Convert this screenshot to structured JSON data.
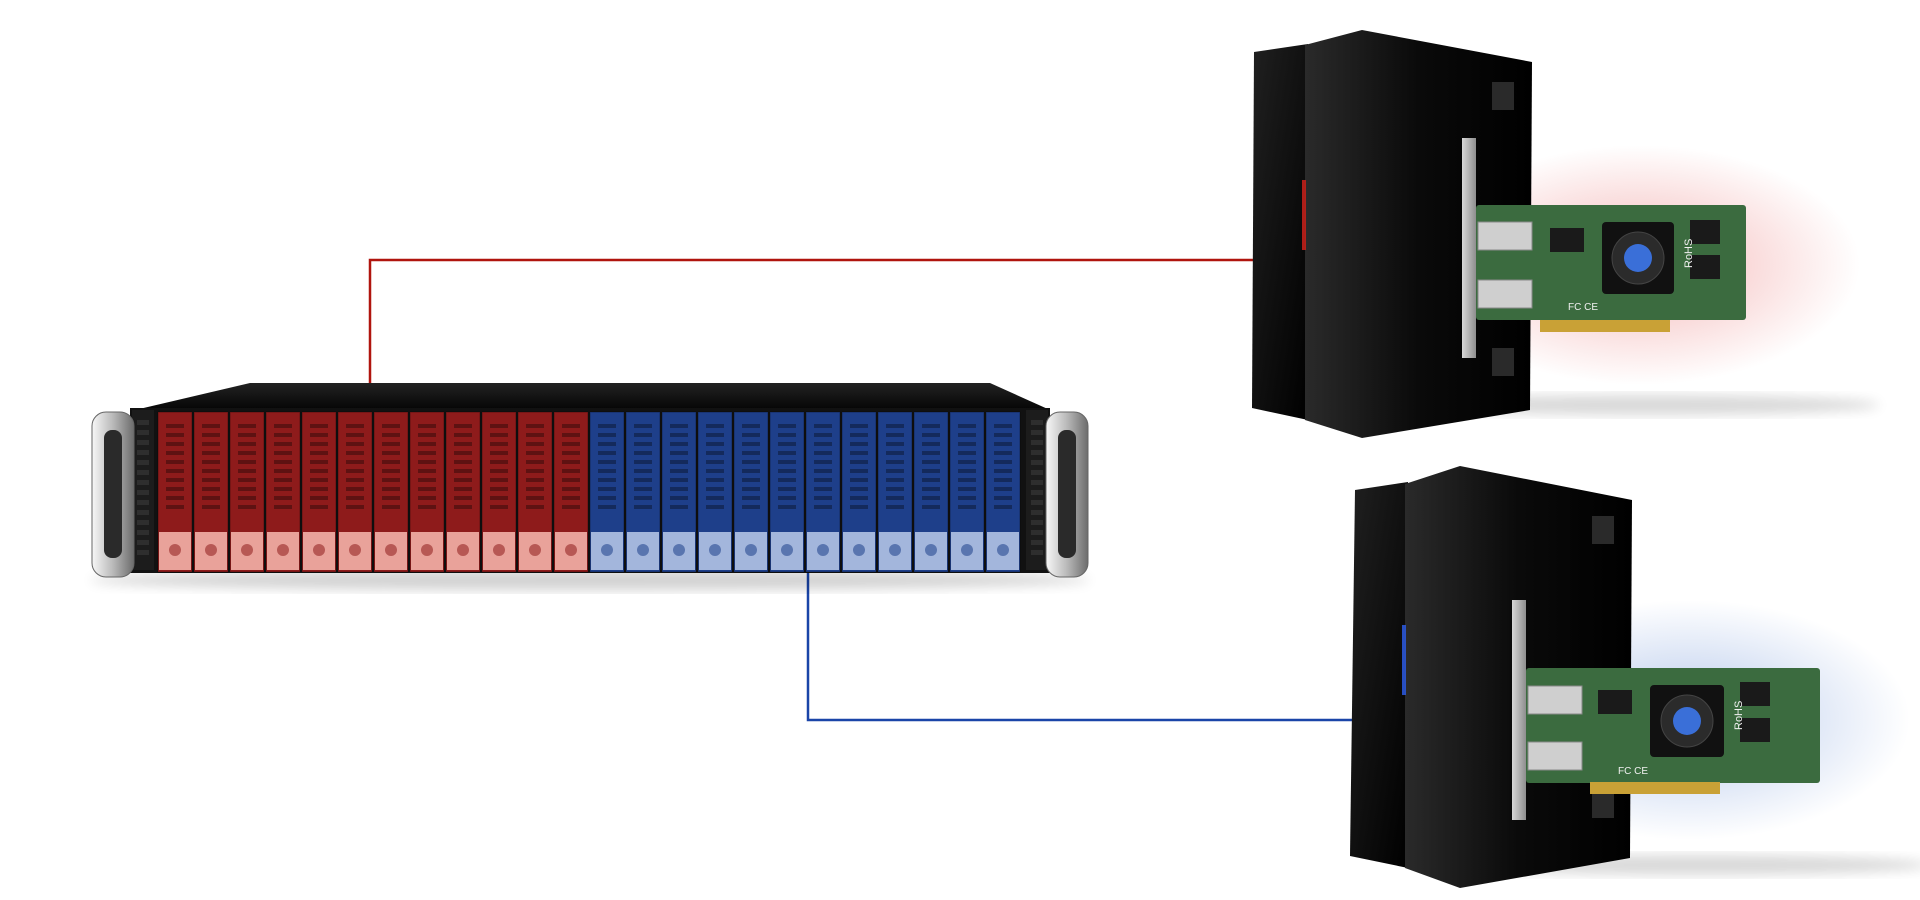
{
  "colors": {
    "background": "#ffffff",
    "group_a": "#8e1b1b",
    "group_a_light": "#e9a29a",
    "group_b": "#1e3f8a",
    "group_b_light": "#a3b6dc",
    "link_a": "#b0140e",
    "link_b": "#1a45a8",
    "glow_a": "#f2aaaa",
    "glow_b": "#a9bfe8",
    "chassis": "#0d0d0d",
    "server_body": "#050505",
    "pcb_green": "#3b6b3f"
  },
  "storage_enclosure": {
    "bays_group_a": 12,
    "bays_group_b": 12,
    "handles": 2
  },
  "hosts": [
    {
      "name": "host-top",
      "link_color": "link_a",
      "glow": "glow_a",
      "status_light": "#c0201a"
    },
    {
      "name": "host-bottom",
      "link_color": "link_b",
      "glow": "glow_b",
      "status_light": "#2b57d6"
    }
  ],
  "controller_card": {
    "marking_rohs": "RoHS",
    "marking_cert": "FC CE",
    "ports": 2
  }
}
